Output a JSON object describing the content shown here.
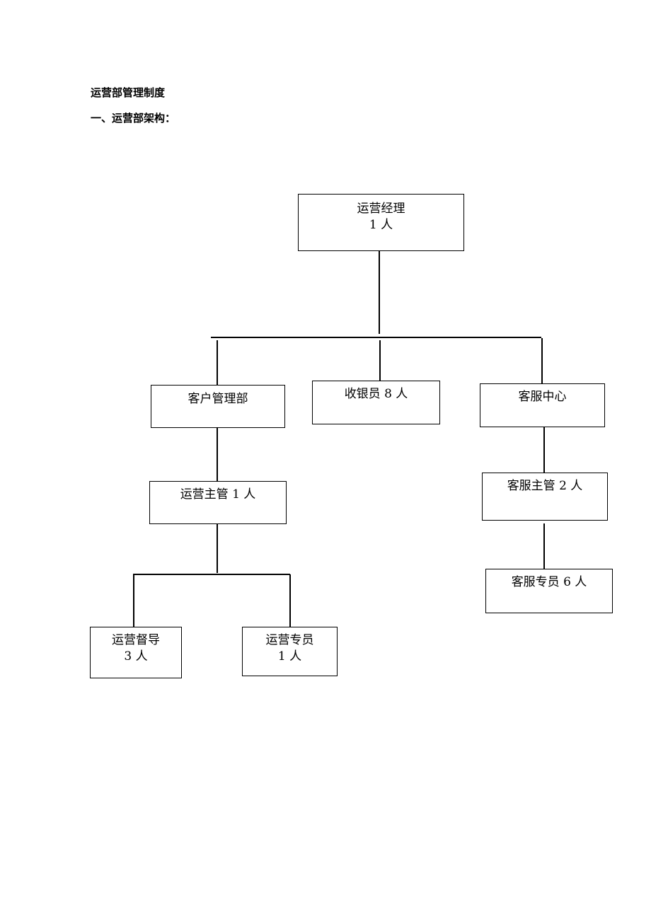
{
  "document": {
    "title": "运营部管理制度",
    "section_heading": "一、运营部架构："
  },
  "org_chart": {
    "ops_manager": {
      "name": "运营经理",
      "count": "1 人"
    },
    "customer_mgmt_dept": {
      "name": "客户管理部"
    },
    "cashier": {
      "name": "收银员  8 人"
    },
    "service_center": {
      "name": "客服中心"
    },
    "ops_supervisor": {
      "name": "运营主管  1 人"
    },
    "service_supervisor": {
      "name": "客服主管  2 人"
    },
    "ops_inspector": {
      "name": "运营督导",
      "count": "3 人"
    },
    "ops_specialist": {
      "name": "运营专员",
      "count": "1 人"
    },
    "service_specialist": {
      "name": "客服专员  6 人"
    }
  }
}
